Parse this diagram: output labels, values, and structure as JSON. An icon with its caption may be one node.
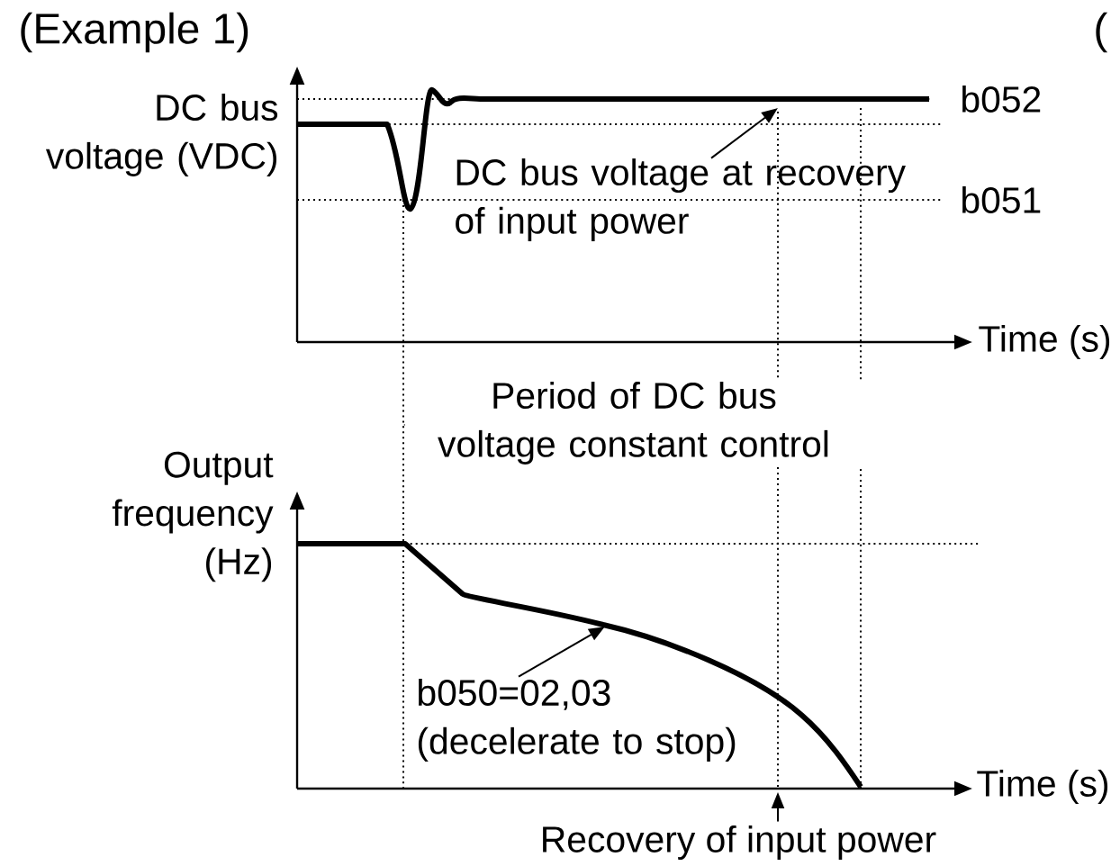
{
  "diagram": {
    "nodes": [
      {
        "text": [
          "DC bus voltage at recovery of input power"
        ]
      },
      {
        "text": [
          "b050=02,03 (decelerate to stop)"
        ]
      },
      {
        "text": [
          "Recovery of input power"
        ]
      }
    ],
    "edges": [
      {
        "from": 0,
        "to": null,
        "arrow": "to"
      },
      {
        "from": 1,
        "to": null,
        "arrow": "to"
      },
      {
        "from": 2,
        "to": null,
        "arrow": "to"
      }
    ],
    "labels": [
      "(Example 1)",
      "DC bus voltage (VDC)",
      "b052",
      "b051",
      "Time (s)",
      "(",
      "Period of DC bus voltage constant control",
      "Output frequency (Hz)",
      "Time (s)"
    ]
  }
}
